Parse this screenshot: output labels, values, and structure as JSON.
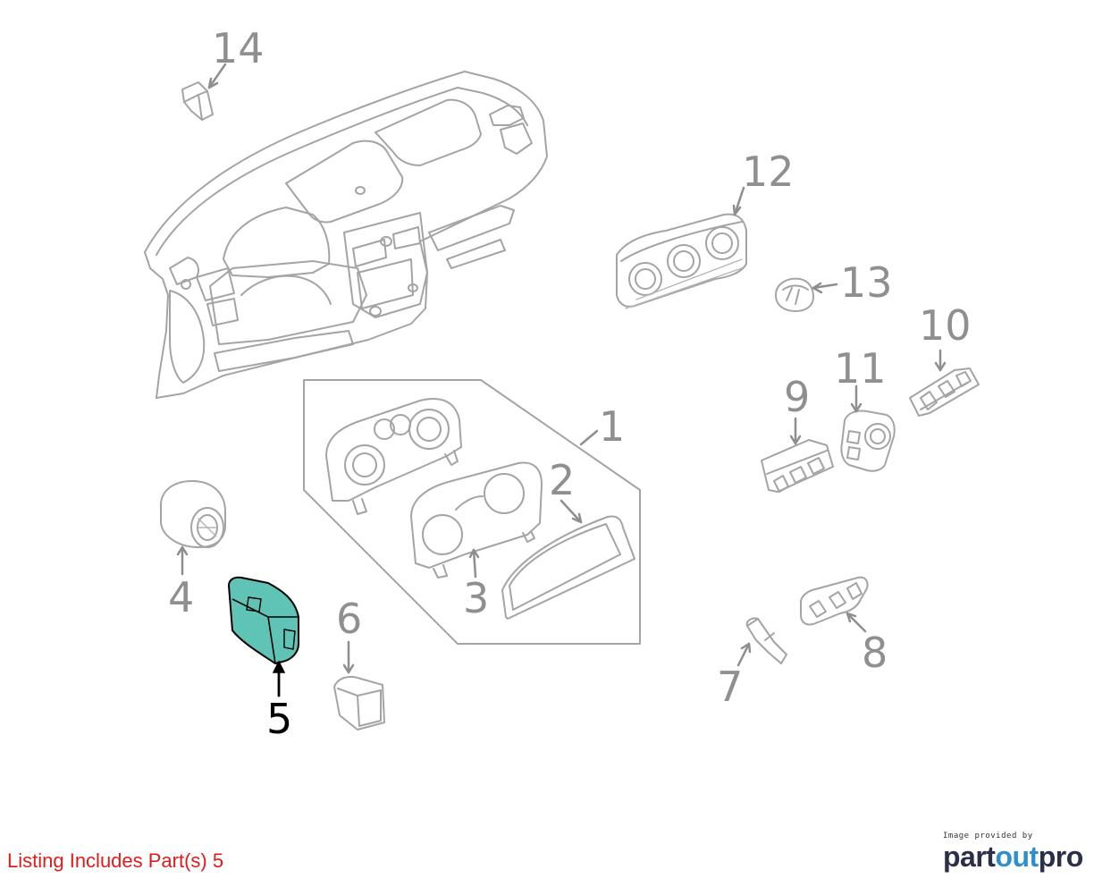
{
  "diagram": {
    "callouts": [
      {
        "id": "1",
        "label": "1"
      },
      {
        "id": "2",
        "label": "2"
      },
      {
        "id": "3",
        "label": "3"
      },
      {
        "id": "4",
        "label": "4"
      },
      {
        "id": "5",
        "label": "5",
        "highlighted": true
      },
      {
        "id": "6",
        "label": "6"
      },
      {
        "id": "7",
        "label": "7"
      },
      {
        "id": "8",
        "label": "8"
      },
      {
        "id": "9",
        "label": "9"
      },
      {
        "id": "10",
        "label": "10"
      },
      {
        "id": "11",
        "label": "11"
      },
      {
        "id": "12",
        "label": "12"
      },
      {
        "id": "13",
        "label": "13"
      },
      {
        "id": "14",
        "label": "14"
      }
    ],
    "colors": {
      "line": "#a4a4a4",
      "callout": "#8f8f8f",
      "callout_highlight": "#000000",
      "highlight_fill": "#5fc4b6"
    }
  },
  "footer": {
    "listing_text": "Listing Includes Part(s) 5",
    "listing_color": "#e01b1b"
  },
  "logo": {
    "caption": "Image provided by",
    "part": "part",
    "out": "out",
    "pro": "pro",
    "dark_color": "#2b2f4a",
    "accent_color": "#2f8fcd"
  }
}
